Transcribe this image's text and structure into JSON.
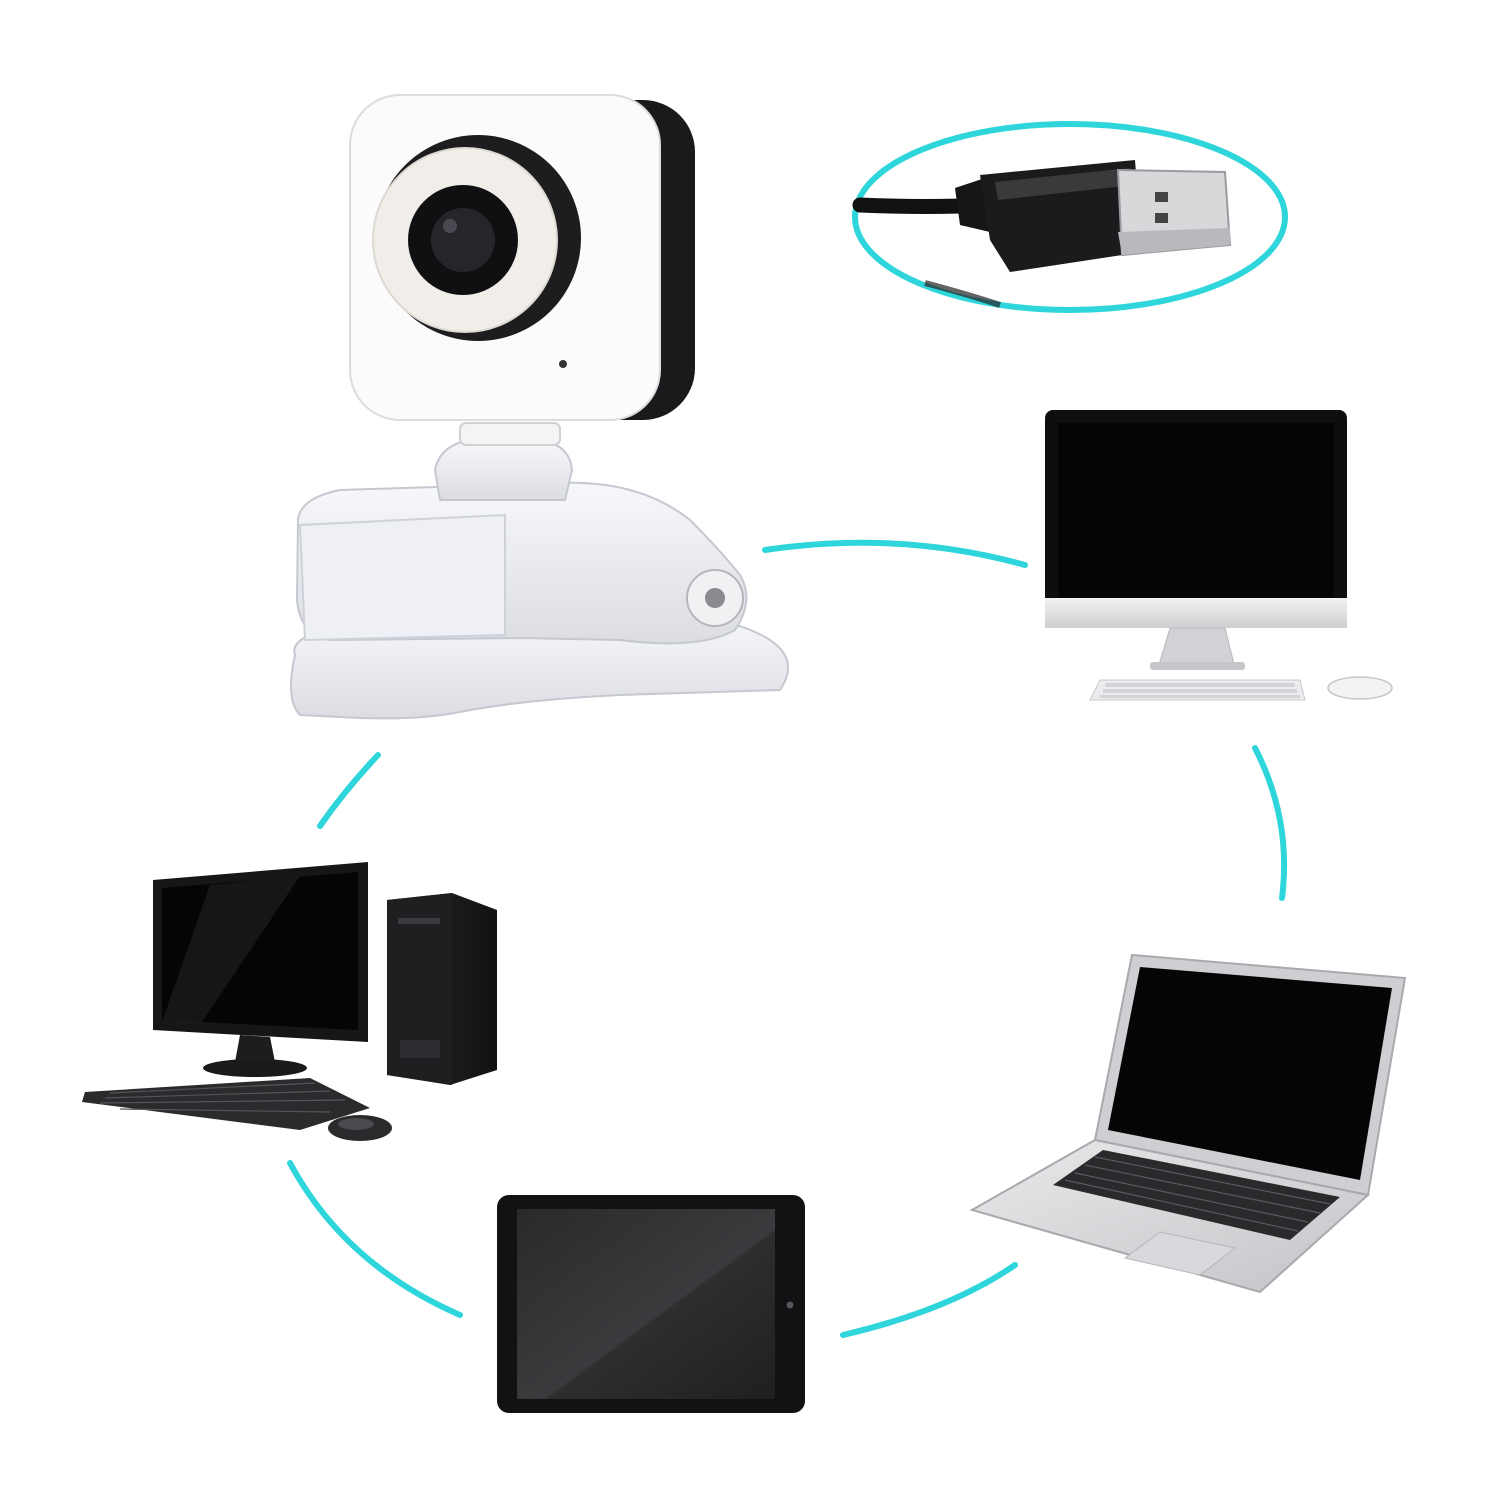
{
  "colors": {
    "background": "#ffffff",
    "connector": "#2ed6dc",
    "device_body_light": "#e7e7e9",
    "device_body_dark": "#1d1d1f",
    "screen": "#050505"
  },
  "devices": [
    {
      "id": "webcam",
      "icon": "webcam-icon"
    },
    {
      "id": "usb-plug",
      "icon": "usb-plug-icon"
    },
    {
      "id": "all-in-one",
      "icon": "desktop-monitor-icon"
    },
    {
      "id": "laptop",
      "icon": "laptop-icon"
    },
    {
      "id": "tablet",
      "icon": "tablet-icon"
    },
    {
      "id": "desktop-tower",
      "icon": "desktop-tower-icon"
    }
  ]
}
